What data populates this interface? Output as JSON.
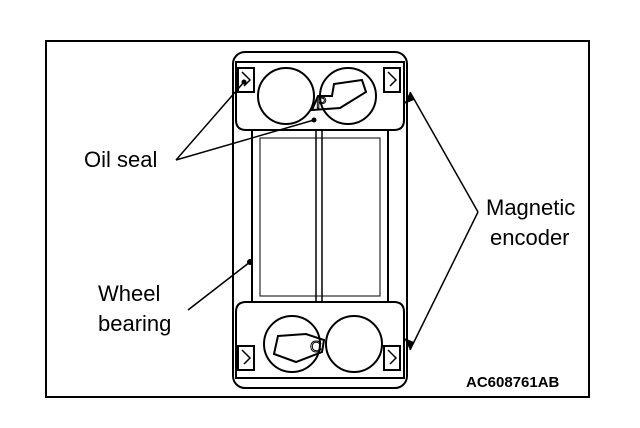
{
  "labels": {
    "oil_seal": "Oil seal",
    "magnetic_encoder_line1": "Magnetic",
    "magnetic_encoder_line2": "encoder",
    "wheel_bearing_line1": "Wheel",
    "wheel_bearing_line2": "bearing"
  },
  "figure_code": "AC608761AB"
}
